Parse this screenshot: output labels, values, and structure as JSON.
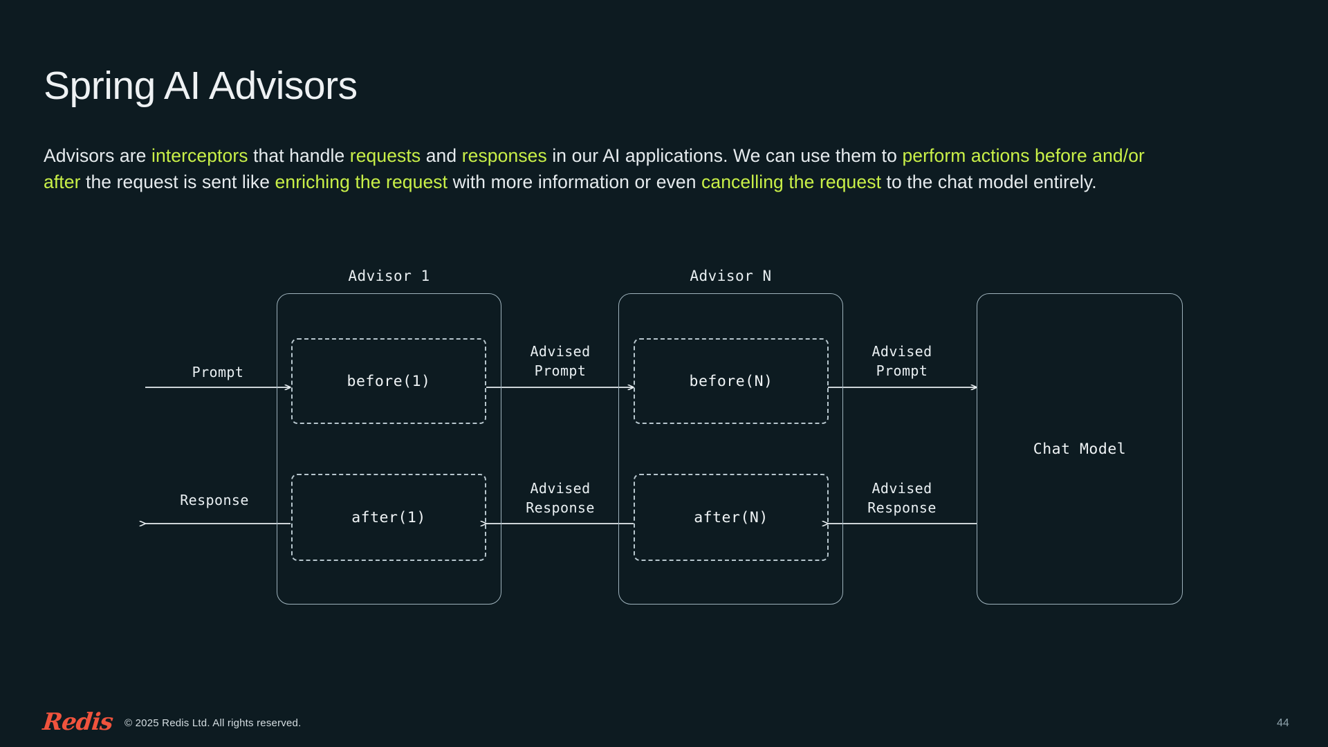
{
  "slide": {
    "title": "Spring AI Advisors",
    "page_number": "44",
    "background_color": "#0d1b21",
    "highlight_color": "#c9f048",
    "stroke_color": "#9fb3bd"
  },
  "paragraph": {
    "segments": [
      {
        "text": "Advisors are ",
        "highlight": false
      },
      {
        "text": "interceptors",
        "highlight": true
      },
      {
        "text": " that handle ",
        "highlight": false
      },
      {
        "text": "requests",
        "highlight": true
      },
      {
        "text": " and ",
        "highlight": false
      },
      {
        "text": "responses",
        "highlight": true
      },
      {
        "text": " in our AI applications. We can use them to ",
        "highlight": false
      },
      {
        "text": "perform actions before and/or after",
        "highlight": true
      },
      {
        "text": " the request is sent like ",
        "highlight": false
      },
      {
        "text": "enriching the request",
        "highlight": true
      },
      {
        "text": " with more information or even ",
        "highlight": false
      },
      {
        "text": "cancelling the request",
        "highlight": true
      },
      {
        "text": " to the chat model entirely.",
        "highlight": false
      }
    ]
  },
  "diagram": {
    "advisor_1": {
      "title": "Advisor 1",
      "before_label": "before(1)",
      "after_label": "after(1)"
    },
    "advisor_n": {
      "title": "Advisor N",
      "before_label": "before(N)",
      "after_label": "after(N)"
    },
    "chat_model": {
      "label": "Chat Model"
    },
    "arrows": {
      "prompt": "Prompt",
      "response": "Response",
      "advised_prompt_1": "Advised\nPrompt",
      "advised_prompt_2": "Advised\nPrompt",
      "advised_response_1": "Advised\nResponse",
      "advised_response_2": "Advised\nResponse"
    }
  },
  "footer": {
    "logo_text": "Redis",
    "copyright": "© 2025 Redis Ltd. All rights reserved."
  }
}
